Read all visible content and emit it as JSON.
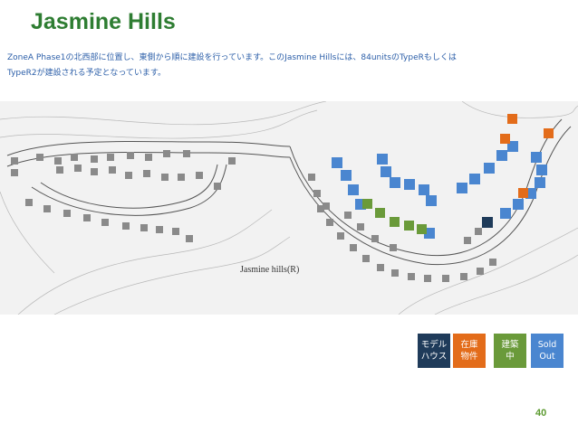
{
  "slide": {
    "title": "Jasmine Hills",
    "description_line1": "ZoneA Phase1の北西部に位置し、東側から順に建設を行っています。このJasmine Hillsには、84unitsのTypeRもしくは",
    "description_line2": "TypeR2が建設される予定となっています。",
    "page_number": "40"
  },
  "map": {
    "label": "Jasmine hills(R)"
  },
  "legend": [
    {
      "line1": "モデル",
      "line2": "ハウス",
      "color": "#1f3b5a"
    },
    {
      "line1": "在庫",
      "line2": "物件",
      "color": "#e36c1a"
    },
    {
      "line1": "建築",
      "line2": "中",
      "color": "#6a9a3a"
    },
    {
      "line1": "Sold",
      "line2": "Out",
      "color": "#4a86d0"
    }
  ],
  "colors": {
    "title": "#2e7d32",
    "text": "#2b5ea8",
    "unit_unsold": "#8a8a8a"
  }
}
